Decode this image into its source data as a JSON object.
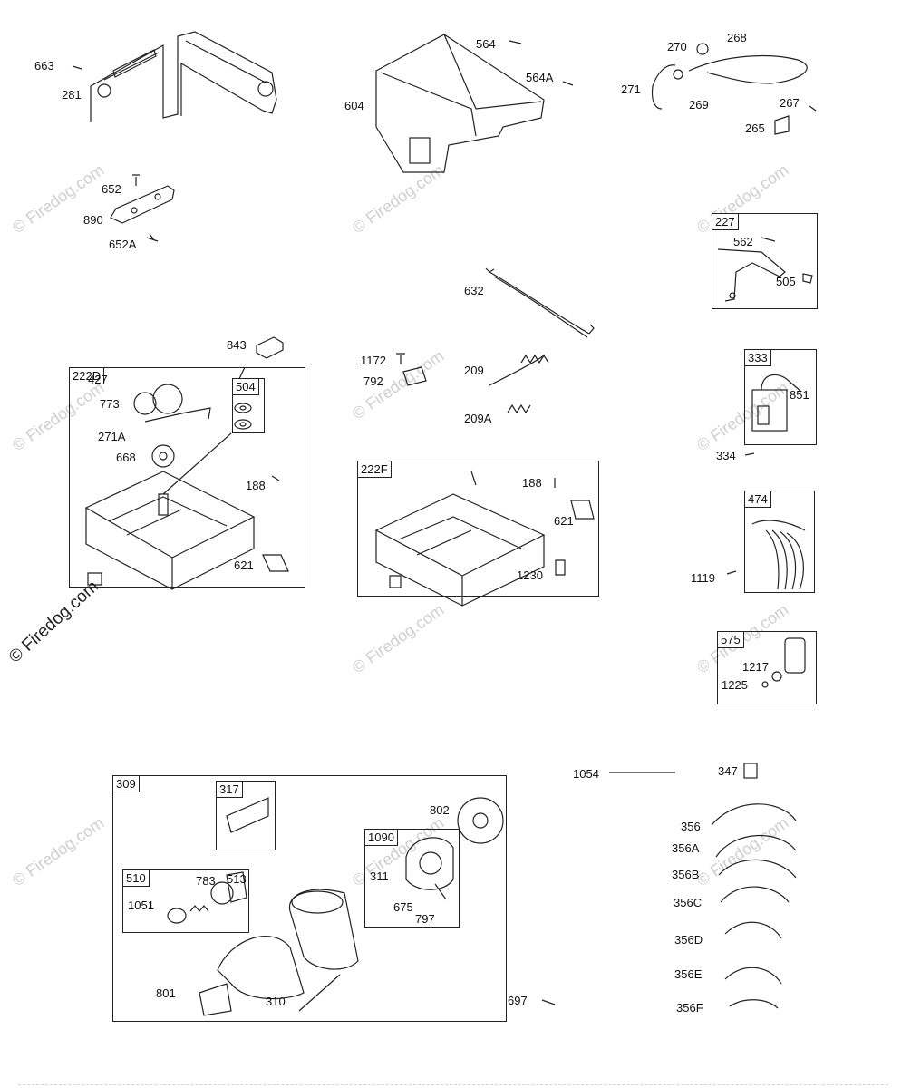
{
  "watermark": "© Firedog.com",
  "watermark_secondary": "© Firedog.com",
  "loose_labels": {
    "l663": "663",
    "l281": "281",
    "l652": "652",
    "l890": "890",
    "l652A": "652A",
    "l564": "564",
    "l564A": "564A",
    "l604": "604",
    "l270": "270",
    "l268": "268",
    "l271": "271",
    "l269": "269",
    "l267": "267",
    "l265": "265",
    "l632": "632",
    "l843": "843",
    "l1172": "1172",
    "l792": "792",
    "l209": "209",
    "l209A": "209A",
    "l334": "334",
    "l1119": "1119",
    "l1054": "1054",
    "l347": "347",
    "l356": "356",
    "l356A": "356A",
    "l356B": "356B",
    "l356C": "356C",
    "l356D": "356D",
    "l356E": "356E",
    "l356F": "356F",
    "l697": "697"
  },
  "boxes": {
    "b227": {
      "tag": "227",
      "l562": "562",
      "l505": "505"
    },
    "b333": {
      "tag": "333",
      "l851": "851"
    },
    "b474": {
      "tag": "474"
    },
    "b575": {
      "tag": "575",
      "l1217": "1217",
      "l1225": "1225"
    },
    "b222D": {
      "tag": "222D",
      "l427": "427",
      "l773": "773",
      "l271A": "271A",
      "l668": "668",
      "l188": "188",
      "l621": "621"
    },
    "b504": {
      "tag": "504"
    },
    "b222F": {
      "tag": "222F",
      "l188": "188",
      "l621": "621",
      "l1230": "1230"
    },
    "b309": {
      "tag": "309",
      "l802": "802",
      "l801": "801",
      "l310": "310"
    },
    "b317": {
      "tag": "317"
    },
    "b510": {
      "tag": "510",
      "l783": "783",
      "l513": "513",
      "l1051": "1051"
    },
    "b1090": {
      "tag": "1090",
      "l311": "311",
      "l675": "675",
      "l797": "797"
    }
  }
}
